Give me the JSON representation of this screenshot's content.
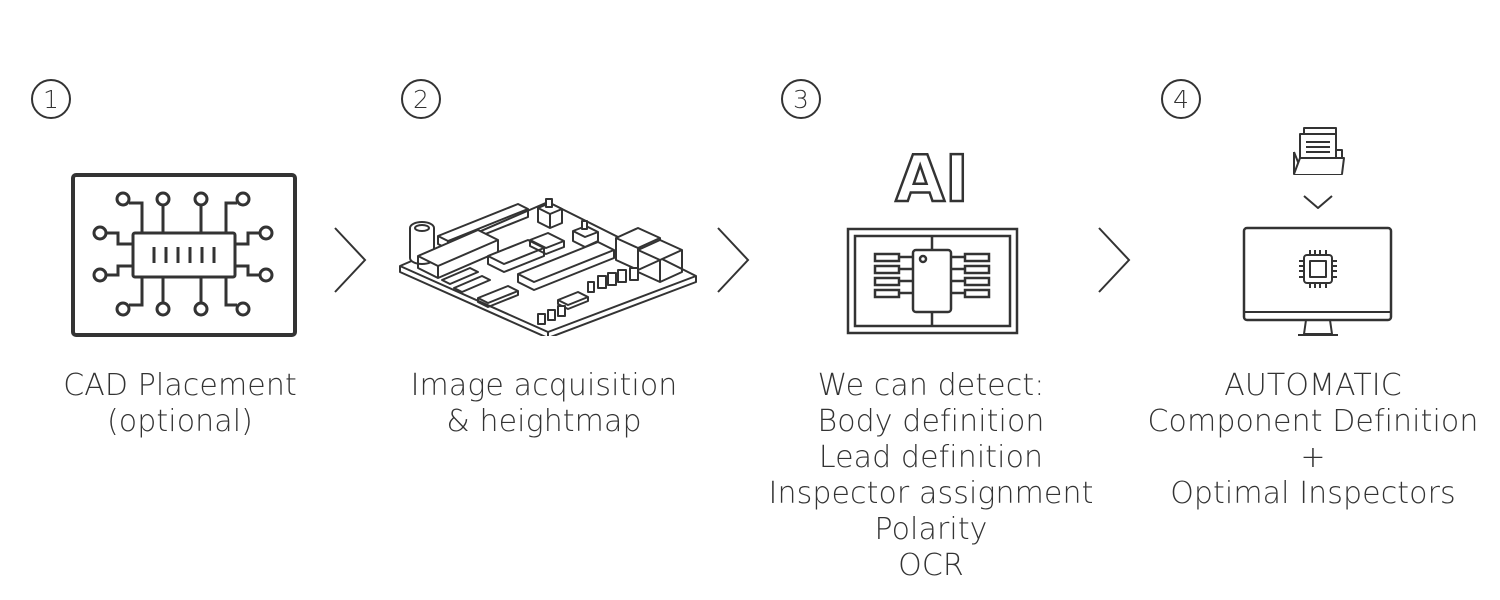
{
  "steps": [
    {
      "number": "1",
      "icon": "cpu-chip-circuit-icon",
      "lines": [
        "CAD Placement",
        "(optional)"
      ]
    },
    {
      "number": "2",
      "icon": "circuit-board-3d-icon",
      "lines": [
        "Image acquisition",
        "& heightmap"
      ]
    },
    {
      "number": "3",
      "icon": "ai-chip-detection-icon",
      "ai_label": "AI",
      "lines": [
        "We can detect:",
        "Body definition",
        "Lead definition",
        "Inspector assignment",
        "Polarity",
        "OCR"
      ]
    },
    {
      "number": "4",
      "icon": "monitor-with-files-icon",
      "lines": [
        "AUTOMATIC",
        "Component Definition",
        "+",
        "Optimal Inspectors"
      ]
    }
  ],
  "arrow_icon": "chevron-right-icon",
  "colors": {
    "line": "#333333",
    "background": "#ffffff"
  }
}
